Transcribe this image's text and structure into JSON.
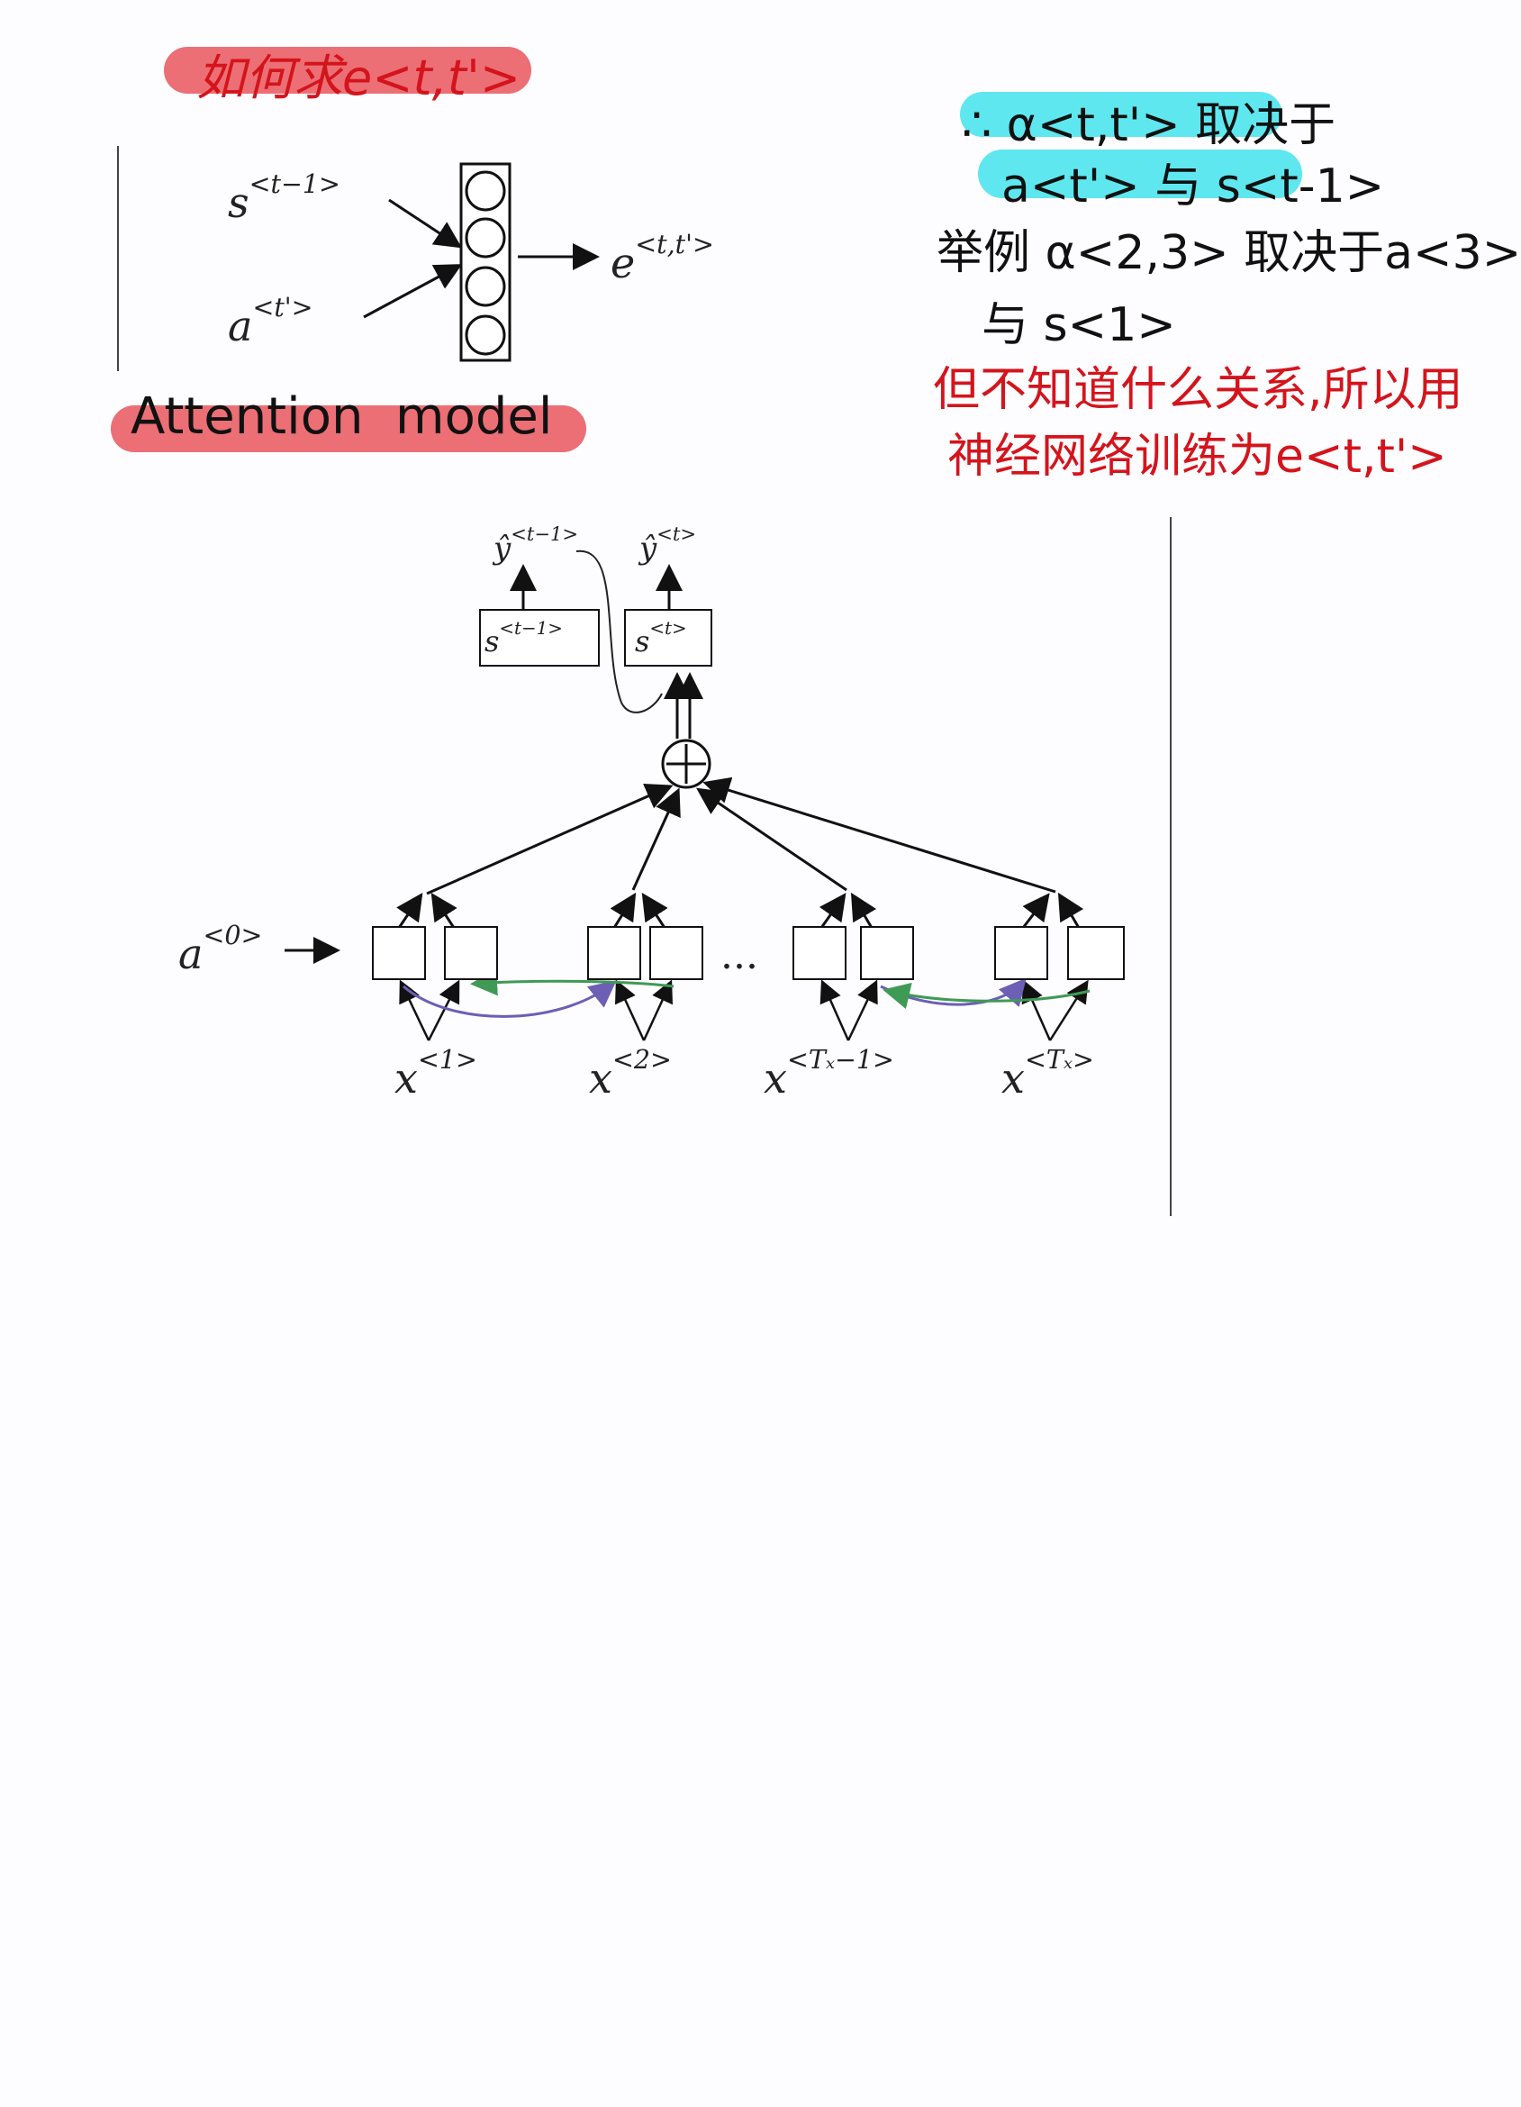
{
  "colors": {
    "red_highlight": "#ec6f75",
    "cyan_highlight": "#5fe7ef",
    "red_ink": "#d4141c",
    "black_ink": "#111111",
    "purple_arrow": "#6c5fb5",
    "green_arrow": "#3f9a55"
  },
  "note_top_left": {
    "title": "如何求e<t,t'>"
  },
  "small_diagram": {
    "input_s": "s",
    "input_s_sup": "<t−1>",
    "input_a": "a",
    "input_a_sup": "<t'>",
    "output_e": "e",
    "output_e_sup": "<t,t'>",
    "circle_icon": "neuron-circle"
  },
  "section_heading": "Attention  model",
  "notes_right": {
    "line1": "∴ α<t,t'> 取决于",
    "line2": "a<t'> 与 s<t-1>",
    "line3": "举例 α<2,3> 取决于a<3>",
    "line4": "与 s<1>",
    "line5": "但不知道什么关系,所以用",
    "line6": "神经网络训练为e<t,t'>"
  },
  "attention_diagram": {
    "y_prev": "ŷ",
    "y_prev_sup": "<t−1>",
    "y_curr": "ŷ",
    "y_curr_sup": "<t>",
    "s_prev": "s",
    "s_prev_sup": "<t−1>",
    "s_curr": "s",
    "s_curr_sup": "<t>",
    "sum_symbol": "+",
    "a0": "a",
    "a0_sup": "<0>",
    "ellipsis": "...",
    "x1": "x",
    "x1_sup": "<1>",
    "x2": "x",
    "x2_sup": "<2>",
    "x3": "x",
    "x3_sup": "<Tₓ−1>",
    "x4": "x",
    "x4_sup": "<Tₓ>"
  }
}
